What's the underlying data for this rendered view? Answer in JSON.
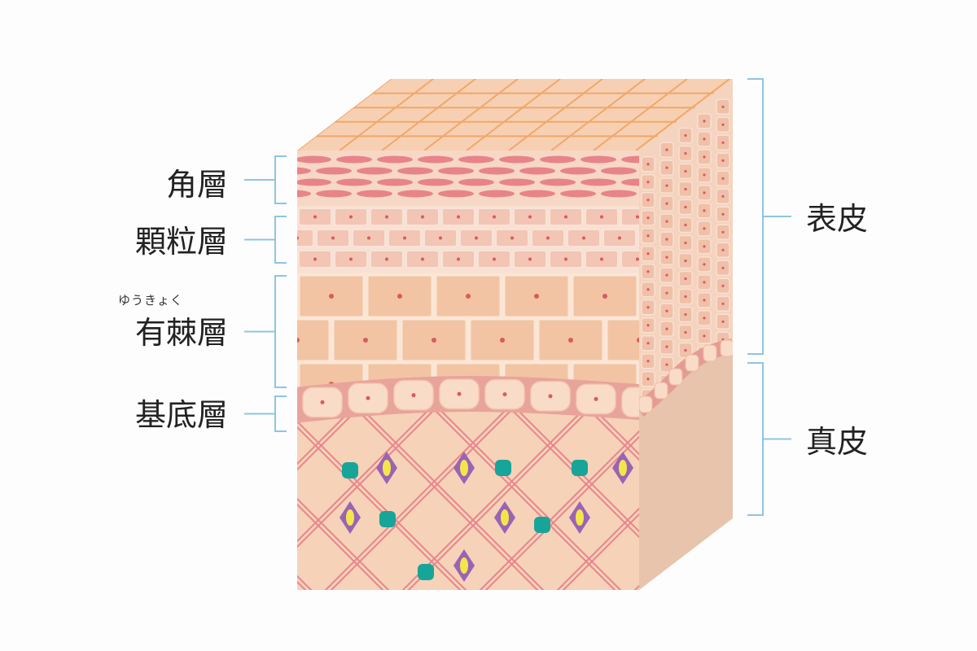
{
  "layers": {
    "kakuso": "角層",
    "karyuso": "顆粒層",
    "yukyokuso": "有棘層",
    "yukyokuso_ruby": "ゆうきょく",
    "kiteiso": "基底層"
  },
  "regions": {
    "hyohi": "表皮",
    "shinpi": "真皮"
  },
  "colors": {
    "bracket": "#8ec5e2",
    "skin_light": "#f6d5bf",
    "skin_mid": "#f2c4a3",
    "cell_line": "#e9a08e",
    "stratum_corneum_cell": "#e7848a",
    "nucleus": "#d95a63",
    "fiber": "#e8858d",
    "fibroblast_outer": "#9a63b4",
    "fibroblast_inner": "#f3e64a",
    "mast_cell": "#17a599"
  }
}
